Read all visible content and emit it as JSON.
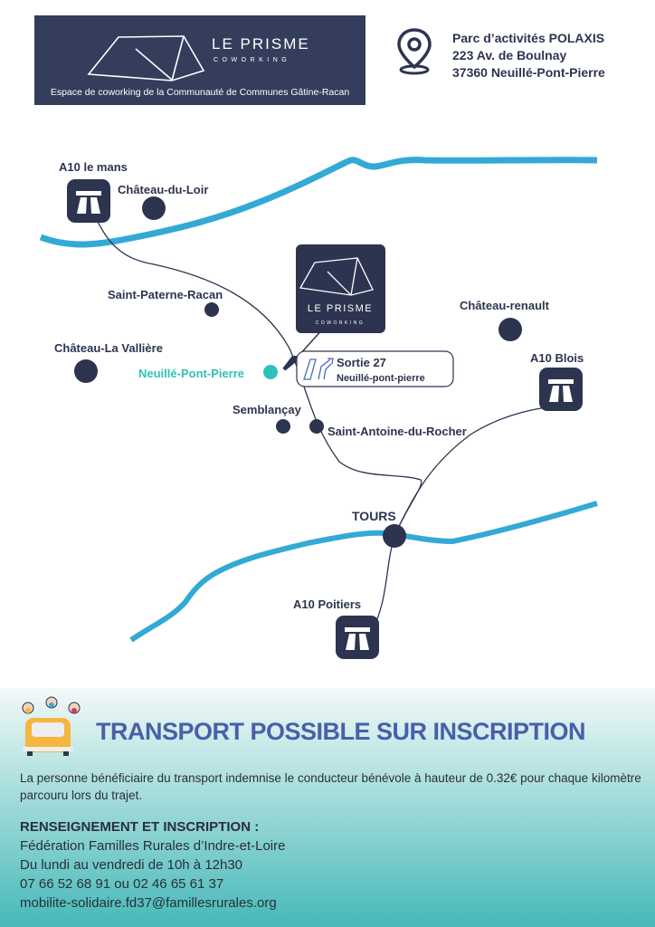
{
  "header": {
    "brand": "LE PRISME",
    "brand_sub": "COWORKING",
    "tagline": "Espace de coworking de la Communauté de Communes Gâtine-Racan"
  },
  "address": {
    "line1": "Parc d’activités POLAXIS",
    "line2": "223 Av. de Boulnay",
    "line3": "37360 Neuillé-Pont-Pierre",
    "icon": "location-pin-icon"
  },
  "map": {
    "highways": {
      "le_mans": "A10 le mans",
      "blois": "A10 Blois",
      "poitiers": "A10 Poitiers"
    },
    "towns": {
      "chateau_du_loir": "Château-du-Loir",
      "saint_paterne": "Saint-Paterne-Racan",
      "chateau_la_valliere": "Château-La Vallière",
      "neuille": "Neuillé-Pont-Pierre",
      "semblancay": "Semblançay",
      "saint_antoine": "Saint-Antoine-du-Rocher",
      "chateau_renault": "Château-renault",
      "tours": "TOURS"
    },
    "exit": {
      "title": "Sortie 27",
      "subtitle": "Neuillé-pont-pierre"
    },
    "logo": {
      "brand": "LE PRISME",
      "sub": "COWORKING"
    },
    "colors": {
      "river": "#33a9d6",
      "navy": "#2d3450",
      "highlight": "#2fc1b8"
    }
  },
  "transport": {
    "title": "TRANSPORT POSSIBLE SUR INSCRIPTION",
    "description": "La personne bénéficiaire du transport indemnise le conducteur bénévole à hauteur de 0.32€ pour chaque kilomètre parcouru lors du trajet.",
    "info_heading": "RENSEIGNEMENT ET INSCRIPTION :",
    "organization": "Fédération Familles Rurales d’Indre-et-Loire",
    "hours": "Du lundi au vendredi de 10h à 12h30",
    "phones": "07 66 52 68 91 ou 02 46 65 61 37",
    "email": "mobilite-solidaire.fd37@famillesrurales.org"
  }
}
